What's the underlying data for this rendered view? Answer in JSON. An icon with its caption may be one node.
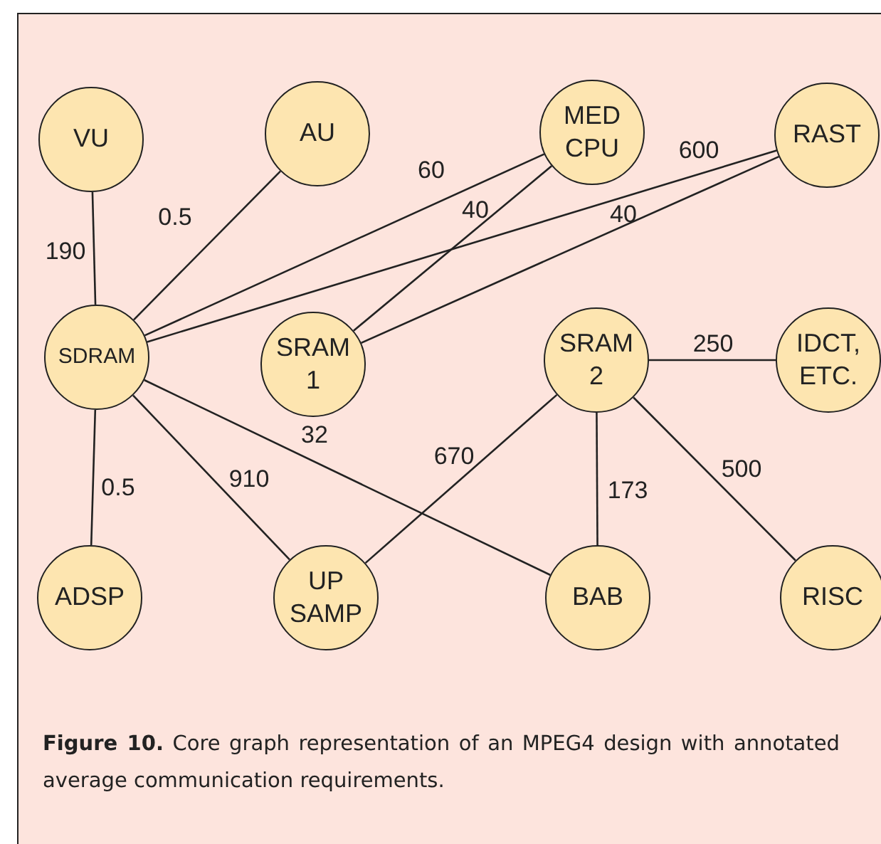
{
  "diagram": {
    "caption": "**Figure 10.** Core graph representation of an MPEG4 design with annotated average communication requirements.",
    "nodes": [
      {
        "text": [
          "VU"
        ]
      },
      {
        "text": [
          "AU"
        ]
      },
      {
        "text": [
          "MED CPU"
        ]
      },
      {
        "text": [
          "RAST"
        ]
      },
      {
        "text": [
          "SDRAM"
        ]
      },
      {
        "text": [
          "SRAM 1"
        ]
      },
      {
        "text": [
          "SRAM 2"
        ]
      },
      {
        "text": [
          "IDCT, ETC."
        ]
      },
      {
        "text": [
          "ADSP"
        ]
      },
      {
        "text": [
          "UP SAMP"
        ]
      },
      {
        "text": [
          "BAB"
        ]
      },
      {
        "text": [
          "RISC"
        ]
      }
    ],
    "edges": [
      {
        "from": 0,
        "to": 4,
        "arrow": "none",
        "label": "190"
      },
      {
        "from": 1,
        "to": 4,
        "arrow": "none",
        "label": "0.5"
      },
      {
        "from": 2,
        "to": 4,
        "arrow": "none",
        "label": "60"
      },
      {
        "from": 2,
        "to": 5,
        "arrow": "none",
        "label": "40"
      },
      {
        "from": 3,
        "to": 4,
        "arrow": "none",
        "label": "600"
      },
      {
        "from": 3,
        "to": 5,
        "arrow": "none",
        "label": "40"
      },
      {
        "from": 6,
        "to": 7,
        "arrow": "none",
        "label": "250"
      },
      {
        "from": 4,
        "to": 8,
        "arrow": "none",
        "label": "0.5"
      },
      {
        "from": 4,
        "to": 9,
        "arrow": "none",
        "label": "910"
      },
      {
        "from": 4,
        "to": 10,
        "arrow": "none",
        "label": "32"
      },
      {
        "from": 6,
        "to": 9,
        "arrow": "none",
        "label": "670"
      },
      {
        "from": 6,
        "to": 10,
        "arrow": "none",
        "label": "173"
      },
      {
        "from": 6,
        "to": 11,
        "arrow": "none",
        "label": "500"
      }
    ]
  }
}
